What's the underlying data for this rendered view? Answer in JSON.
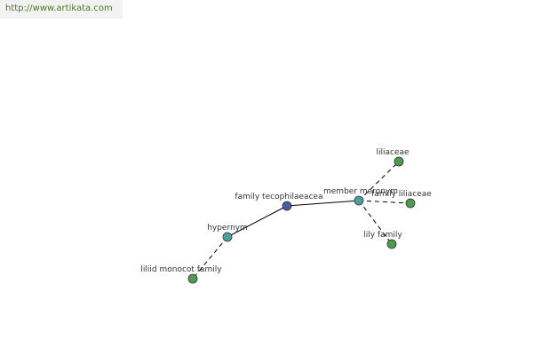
{
  "source_url": "http://www.artikata.com",
  "colors": {
    "center_node": "#4a5aa0",
    "relation_node": "#4aa0a0",
    "leaf_node": "#4e9a4e",
    "edge": "#000000",
    "url_text": "#4a7a1a"
  },
  "nodes": [
    {
      "id": "n0",
      "label": "family tecophilaeacea",
      "kind": "center"
    },
    {
      "id": "n1",
      "label": "member meronym",
      "kind": "relation"
    },
    {
      "id": "n2",
      "label": "hypernym",
      "kind": "relation"
    },
    {
      "id": "n3",
      "label": "liliaceae",
      "kind": "leaf"
    },
    {
      "id": "n4",
      "label": "family liliaceae",
      "kind": "leaf"
    },
    {
      "id": "n5",
      "label": "lily family",
      "kind": "leaf"
    },
    {
      "id": "n6",
      "label": "liliid monocot family",
      "kind": "leaf"
    }
  ],
  "edges": [
    {
      "from": "n0",
      "to": "n1",
      "style": "solid"
    },
    {
      "from": "n0",
      "to": "n2",
      "style": "solid"
    },
    {
      "from": "n1",
      "to": "n3",
      "style": "dashed"
    },
    {
      "from": "n1",
      "to": "n4",
      "style": "dashed"
    },
    {
      "from": "n1",
      "to": "n5",
      "style": "dashed"
    },
    {
      "from": "n2",
      "to": "n6",
      "style": "dashed"
    }
  ]
}
